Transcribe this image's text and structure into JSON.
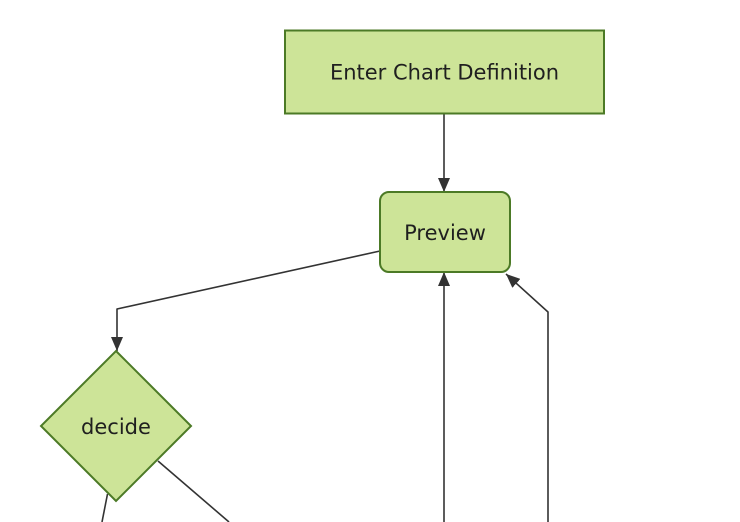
{
  "diagram": {
    "type": "flowchart",
    "orientation": "cropped-view",
    "background": "#ffffff",
    "colors": {
      "node_fill": "#cde498",
      "node_stroke": "#4c7a26",
      "edge": "#333333",
      "label_text": "#1f1f1f"
    },
    "nodes": [
      {
        "id": "enter-chart-definition",
        "label": "Enter Chart Definition",
        "shape": "rectangle"
      },
      {
        "id": "preview",
        "label": "Preview",
        "shape": "rounded-rectangle"
      },
      {
        "id": "decide",
        "label": "decide",
        "shape": "diamond"
      }
    ],
    "edges": [
      {
        "from": "enter-chart-definition",
        "to": "preview",
        "arrow": true
      },
      {
        "from": "preview",
        "to": "decide",
        "arrow": true
      },
      {
        "from": "offscreen-bottom-center",
        "to": "preview",
        "arrow": true
      },
      {
        "from": "offscreen-bottom-right",
        "to": "preview",
        "arrow": true
      },
      {
        "from": "decide",
        "to": "offscreen-bottom-left",
        "arrow": false
      },
      {
        "from": "decide",
        "to": "offscreen-bottom-right",
        "arrow": false
      }
    ]
  }
}
